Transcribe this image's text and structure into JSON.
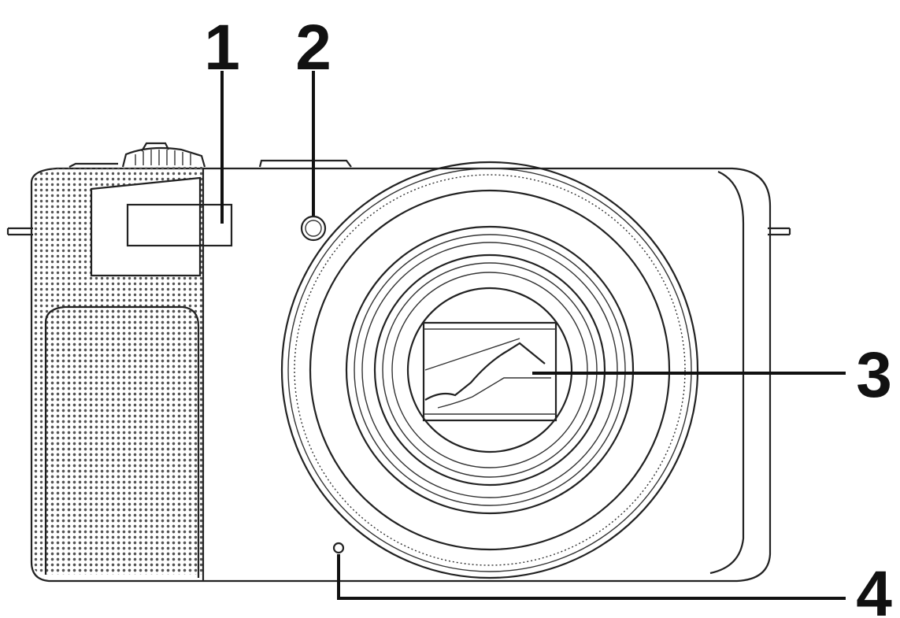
{
  "callouts": [
    {
      "id": "1",
      "label": "1",
      "part": "flash"
    },
    {
      "id": "2",
      "label": "2",
      "part": "af-assist-lamp"
    },
    {
      "id": "3",
      "label": "3",
      "part": "lens"
    },
    {
      "id": "4",
      "label": "4",
      "part": "microphone"
    }
  ],
  "colors": {
    "ink": "#222222",
    "background": "#ffffff"
  }
}
